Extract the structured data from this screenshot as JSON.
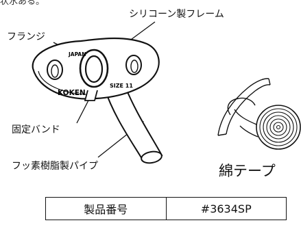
{
  "top_fragment": "状水ある。",
  "labels": {
    "frame": "シリコーン製フレーム",
    "flange": "フランジ",
    "band": "固定バンド",
    "pipe": "フッ素樹脂製パイプ",
    "tape": "綿テープ"
  },
  "device_marks": {
    "japan": "JAPAN",
    "koken": "KOKEN",
    "size": "SIZE 11"
  },
  "spec_table": {
    "header": "製品番号",
    "value": "#3634SP"
  }
}
